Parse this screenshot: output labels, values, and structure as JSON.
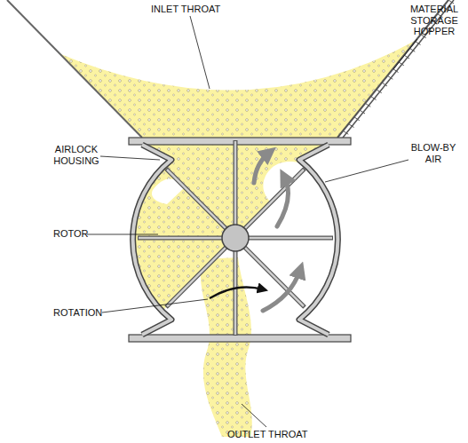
{
  "diagram": {
    "labels": [
      "INLET THROAT",
      "MATERIAL STORAGE HOPPER",
      "AIRLOCK HOUSING",
      "BLOW-BY AIR",
      "ROTOR",
      "ROTATION",
      "OUTLET THROAT"
    ]
  }
}
